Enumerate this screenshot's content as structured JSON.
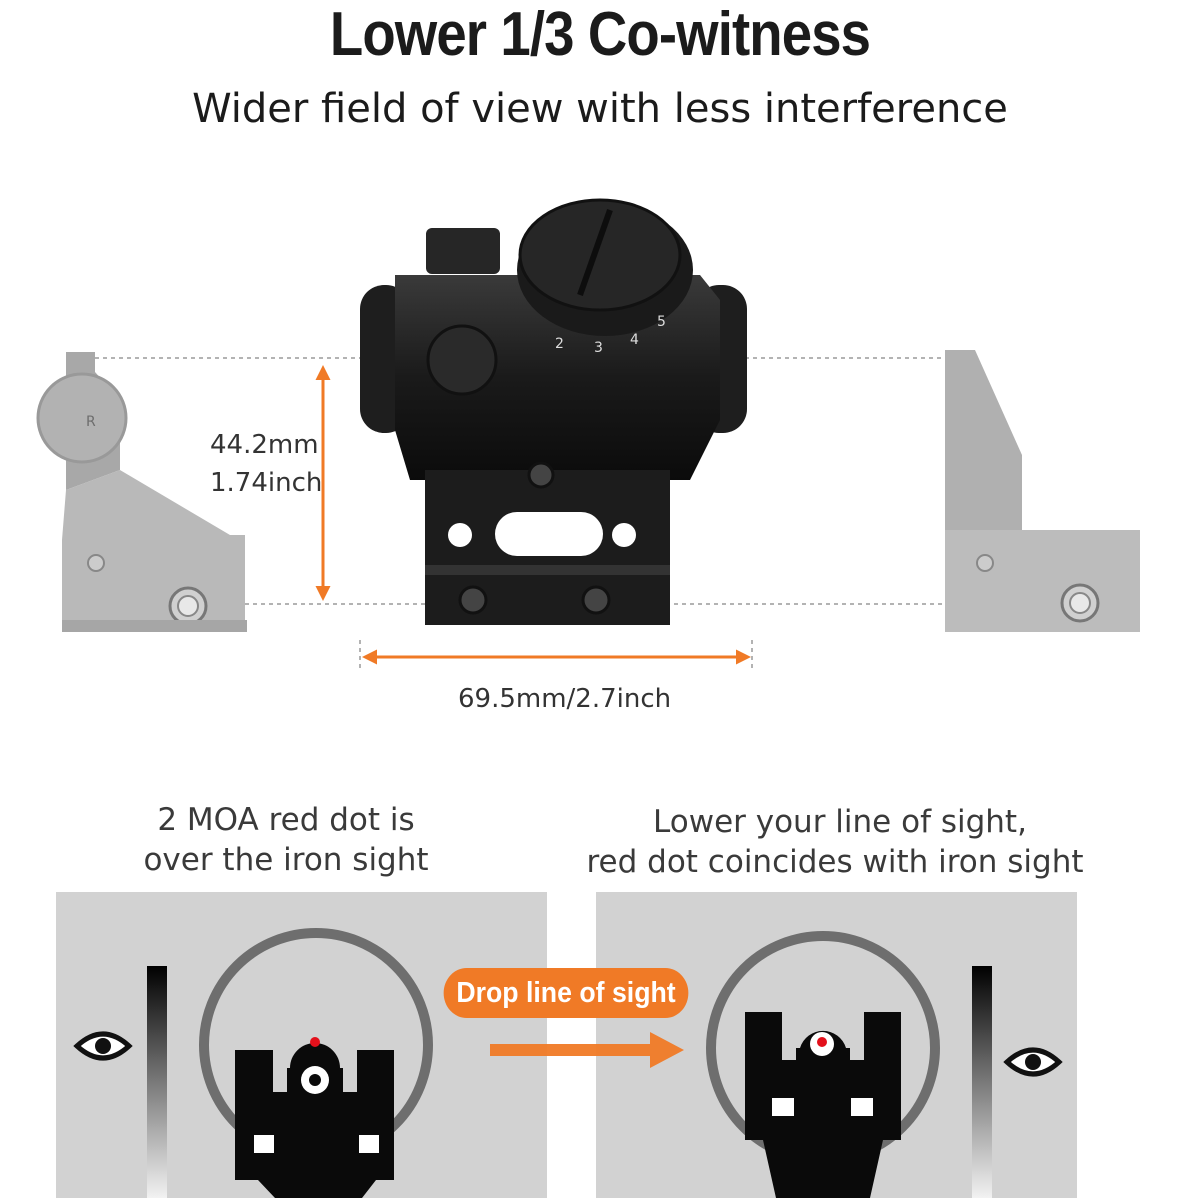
{
  "header": {
    "title": "Lower 1/3 Co-witness",
    "subtitle": "Wider field of view with less interference"
  },
  "dimensions": {
    "height_mm": "44.2mm",
    "height_inch": "1.74inch",
    "width": "69.5mm/2.7inch"
  },
  "sight": {
    "dial_numbers": [
      "2",
      "3",
      "4",
      "5"
    ],
    "rear_sight_marking": "R"
  },
  "panels": {
    "left_caption_line1": "2 MOA red dot is",
    "left_caption_line2": "over the iron sight",
    "right_caption_line1": "Lower your line of sight,",
    "right_caption_line2": "red dot coincides with iron sight",
    "arrow_label": "Drop line of sight"
  },
  "colors": {
    "accent_orange": "#f07a26",
    "red_dot": "#e3101b",
    "panel_gray": "#d2d2d2"
  }
}
